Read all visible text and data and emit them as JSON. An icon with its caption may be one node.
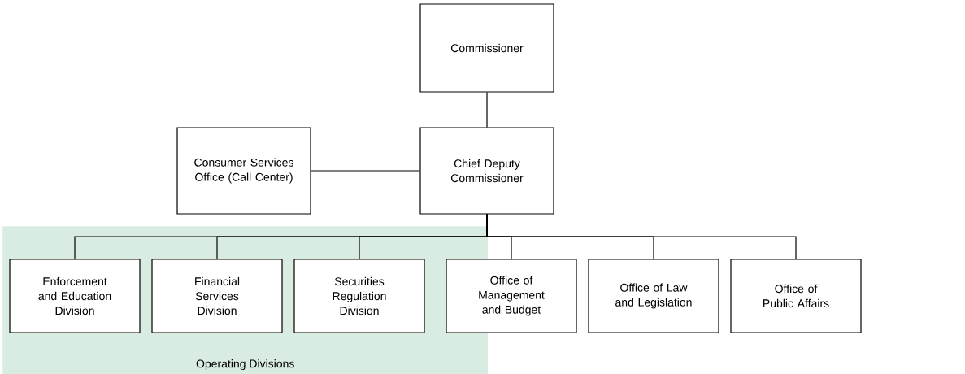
{
  "diagram": {
    "nodes": [
      {
        "text": [
          "Commissioner"
        ]
      },
      {
        "text": [
          "Chief Deputy Commissioner"
        ]
      },
      {
        "text": [
          "Consumer Services Office (Call Center)"
        ]
      },
      {
        "text": [
          "Operating Divisions"
        ]
      },
      {
        "text": [
          "Enforcement and Education Division"
        ],
        "in": 3
      },
      {
        "text": [
          "Financial Services Division"
        ],
        "in": 3
      },
      {
        "text": [
          "Securities Regulation Division"
        ],
        "in": 3
      },
      {
        "text": [
          "Office of Management and Budget"
        ]
      },
      {
        "text": [
          "Office of Law and Legislation"
        ]
      },
      {
        "text": [
          "Office of Public Affairs"
        ]
      }
    ],
    "edges": [
      {
        "from": 0,
        "to": 1,
        "arrow": "none"
      },
      {
        "from": 2,
        "to": 1,
        "arrow": "none"
      },
      {
        "from": 1,
        "to": 4,
        "arrow": "none"
      },
      {
        "from": 1,
        "to": 5,
        "arrow": "none"
      },
      {
        "from": 1,
        "to": 6,
        "arrow": "none"
      },
      {
        "from": 1,
        "to": 7,
        "arrow": "none"
      },
      {
        "from": 1,
        "to": 8,
        "arrow": "none"
      },
      {
        "from": 1,
        "to": 9,
        "arrow": "none"
      }
    ]
  }
}
